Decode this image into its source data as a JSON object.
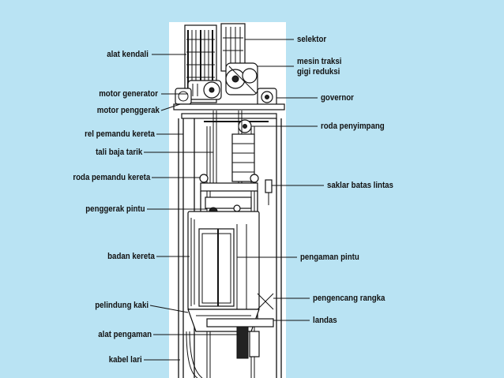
{
  "colors": {
    "background": "#b9e3f3",
    "ink": "#111111",
    "paper": "#ffffff"
  },
  "labels": {
    "left": [
      "alat kendali",
      "motor generator",
      "motor penggerak",
      "rel pemandu kereta",
      "tali baja tarik",
      "roda pemandu kereta",
      "penggerak pintu",
      "badan kereta",
      "pelindung kaki",
      "alat pengaman",
      "kabel lari"
    ],
    "right": [
      "selektor",
      "mesin traksi",
      "gigi reduksi",
      "governor",
      "roda penyimpang",
      "saklar batas lintas",
      "pengaman pintu",
      "pengencang rangka",
      "landas"
    ]
  }
}
